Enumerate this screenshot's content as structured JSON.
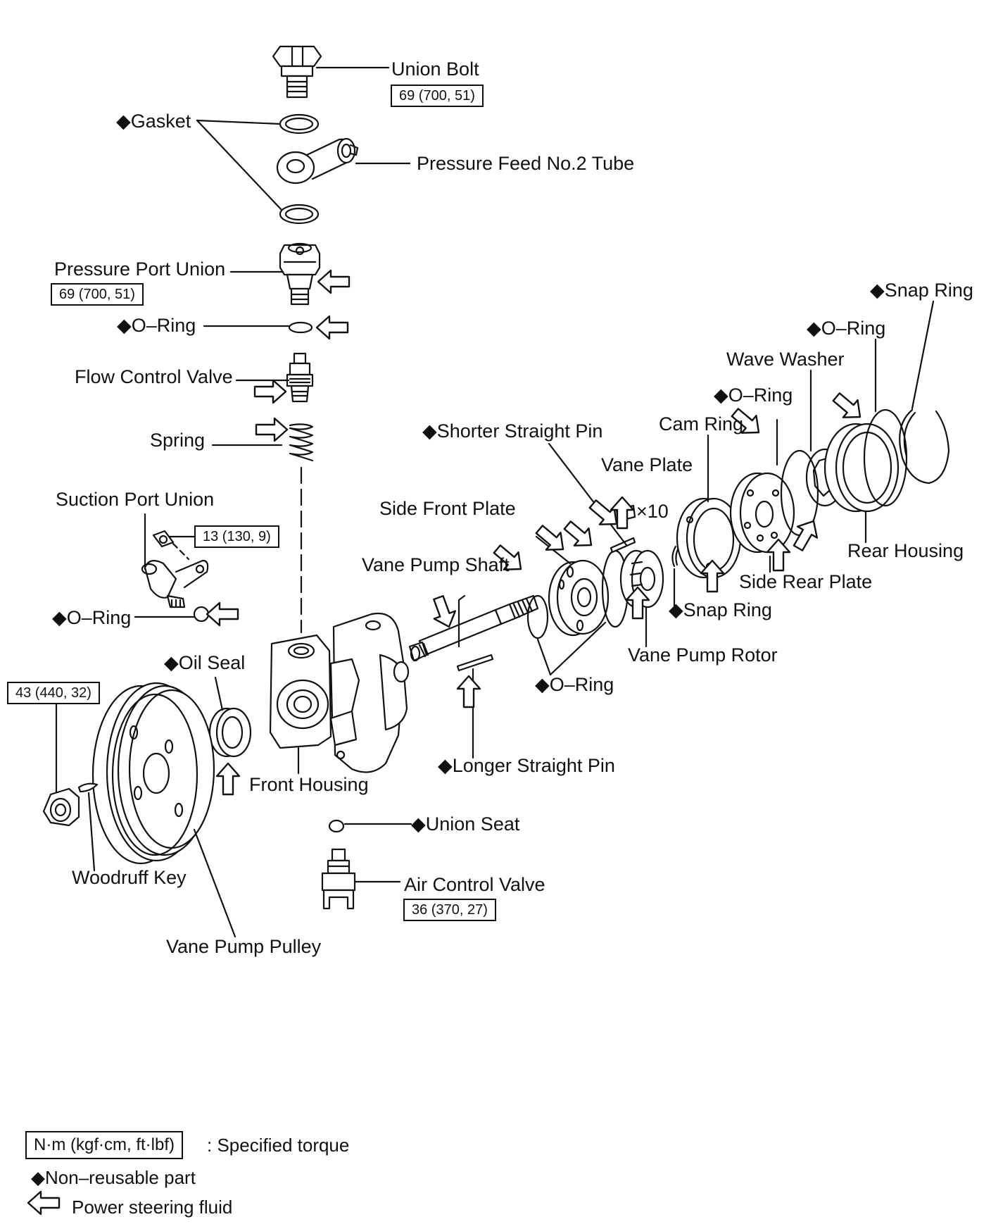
{
  "labels": {
    "union_bolt": "Union Bolt",
    "gasket": "◆Gasket",
    "pressure_feed_tube": "Pressure Feed No.2 Tube",
    "pressure_port_union": "Pressure Port Union",
    "o_ring_pressure": "◆O–Ring",
    "flow_control_valve": "Flow Control Valve",
    "spring": "Spring",
    "suction_port_union": "Suction Port Union",
    "o_ring_suction": "◆O–Ring",
    "oil_seal": "◆Oil Seal",
    "woodruff_key": "Woodruff Key",
    "vane_pump_pulley": "Vane Pump Pulley",
    "front_housing": "Front Housing",
    "union_seat": "◆Union Seat",
    "air_control_valve": "Air Control Valve",
    "longer_straight_pin": "◆Longer Straight Pin",
    "o_ring_shaft": "◆O–Ring",
    "vane_pump_shaft": "Vane Pump Shaft",
    "side_front_plate": "Side Front Plate",
    "shorter_straight_pin": "◆Shorter Straight Pin",
    "vane_plate": "Vane Plate",
    "vane_plate_qty": "×10",
    "cam_ring": "Cam Ring",
    "snap_ring_inner": "◆Snap Ring",
    "vane_pump_rotor": "Vane Pump Rotor",
    "o_ring_rear": "◆O–Ring",
    "side_rear_plate": "Side Rear Plate",
    "wave_washer": "Wave Washer",
    "o_ring_outer": "◆O–Ring",
    "snap_ring_outer": "◆Snap Ring",
    "rear_housing": "Rear Housing"
  },
  "torques": {
    "union_bolt": "69 (700, 51)",
    "pressure_port_union": "69 (700, 51)",
    "suction_port_union": "13 (130, 9)",
    "pulley_nut": "43 (440, 32)",
    "air_control_valve": "36 (370, 27)"
  },
  "legend": {
    "torque_unit": "N·m (kgf·cm, ft·lbf)",
    "torque_desc": ": Specified torque",
    "non_reusable": "◆Non–reusable part",
    "fluid": "Power steering fluid"
  }
}
